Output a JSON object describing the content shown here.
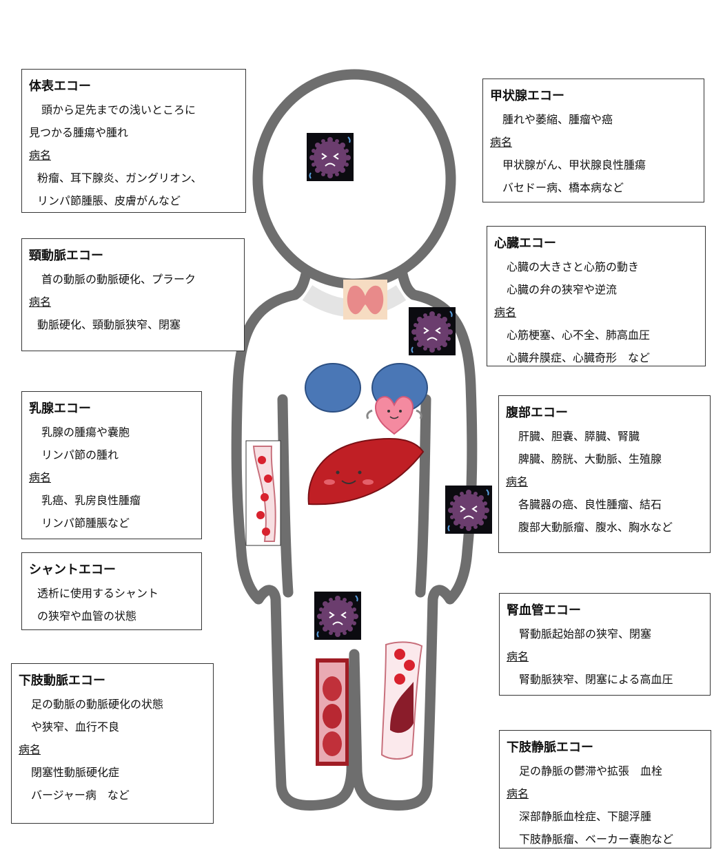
{
  "boxes": {
    "taihyo": {
      "title": "体表エコー",
      "lines": [
        "頭から足先までの浅いところに",
        "見つかる腫瘍や腫れ"
      ],
      "label": "病名",
      "disease": [
        "粉瘤、耳下腺炎、ガングリオン、",
        "リンパ節腫脹、皮膚がんなど"
      ]
    },
    "keidomyaku": {
      "title": "頸動脈エコー",
      "lines": [
        "首の動脈の動脈硬化、プラーク"
      ],
      "label": "病名",
      "disease": [
        "動脈硬化、頸動脈狭窄、閉塞"
      ]
    },
    "nyusen": {
      "title": "乳腺エコー",
      "lines": [
        "乳腺の腫瘍や嚢胞",
        "リンパ節の腫れ"
      ],
      "label": "病名",
      "disease": [
        "乳癌、乳房良性腫瘤",
        "リンパ節腫脹など"
      ]
    },
    "shunt": {
      "title": "シャントエコー",
      "lines": [
        "透析に使用するシャント",
        "の狭窄や血管の状態"
      ]
    },
    "kashi_domyaku": {
      "title": "下肢動脈エコー",
      "lines": [
        "足の動脈の動脈硬化の状態",
        "や狭窄、血行不良"
      ],
      "label": "病名",
      "disease": [
        "閉塞性動脈硬化症",
        "バージャー病　など"
      ]
    },
    "kojosen": {
      "title": "甲状腺エコー",
      "lines": [
        "腫れや萎縮、腫瘤や癌"
      ],
      "label": "病名",
      "disease": [
        "甲状腺がん、甲状腺良性腫瘍",
        "バセドー病、橋本病など"
      ]
    },
    "shinzo": {
      "title": "心臓エコー",
      "lines": [
        "心臓の大きさと心筋の動き",
        "心臓の弁の狭窄や逆流"
      ],
      "label": "病名",
      "disease": [
        "心筋梗塞、心不全、肺高血圧",
        "心臓弁膜症、心臓奇形　など"
      ]
    },
    "fukubu": {
      "title": "腹部エコー",
      "lines": [
        "肝臓、胆嚢、膵臓、腎臓",
        "脾臓、膀胱、大動脈、生殖腺"
      ],
      "label": "病名",
      "disease": [
        "各臓器の癌、良性腫瘤、結石",
        "腹部大動脈瘤、腹水、胸水など"
      ]
    },
    "jinkekkan": {
      "title": "腎血管エコー",
      "lines": [
        "腎動脈起始部の狭窄、閉塞"
      ],
      "label": "病名",
      "disease": [
        "腎動脈狭窄、閉塞による高血圧"
      ]
    },
    "kashi_jomyaku": {
      "title": "下肢静脈エコー",
      "lines": [
        "足の静脈の鬱滞や拡張　血栓"
      ],
      "label": "病名",
      "disease": [
        "深部静脈血栓症、下腿浮腫",
        "下肢静脈瘤、ベーカー嚢胞など"
      ]
    }
  },
  "colors": {
    "body_outline": "#6e6e6e",
    "lung": "#4a77b6",
    "liver": "#c01f25",
    "heart": "#f48aa0",
    "germ": "#6b3d6e",
    "thyroid": "#e88a8a",
    "vessel": "#e9aab3"
  },
  "icons": {
    "germ": "germ-icon",
    "heart": "heart-icon",
    "liver": "liver-icon",
    "lungs": "lungs-icon",
    "thyroid": "thyroid-icon",
    "vessel": "blood-vessel-icon"
  }
}
